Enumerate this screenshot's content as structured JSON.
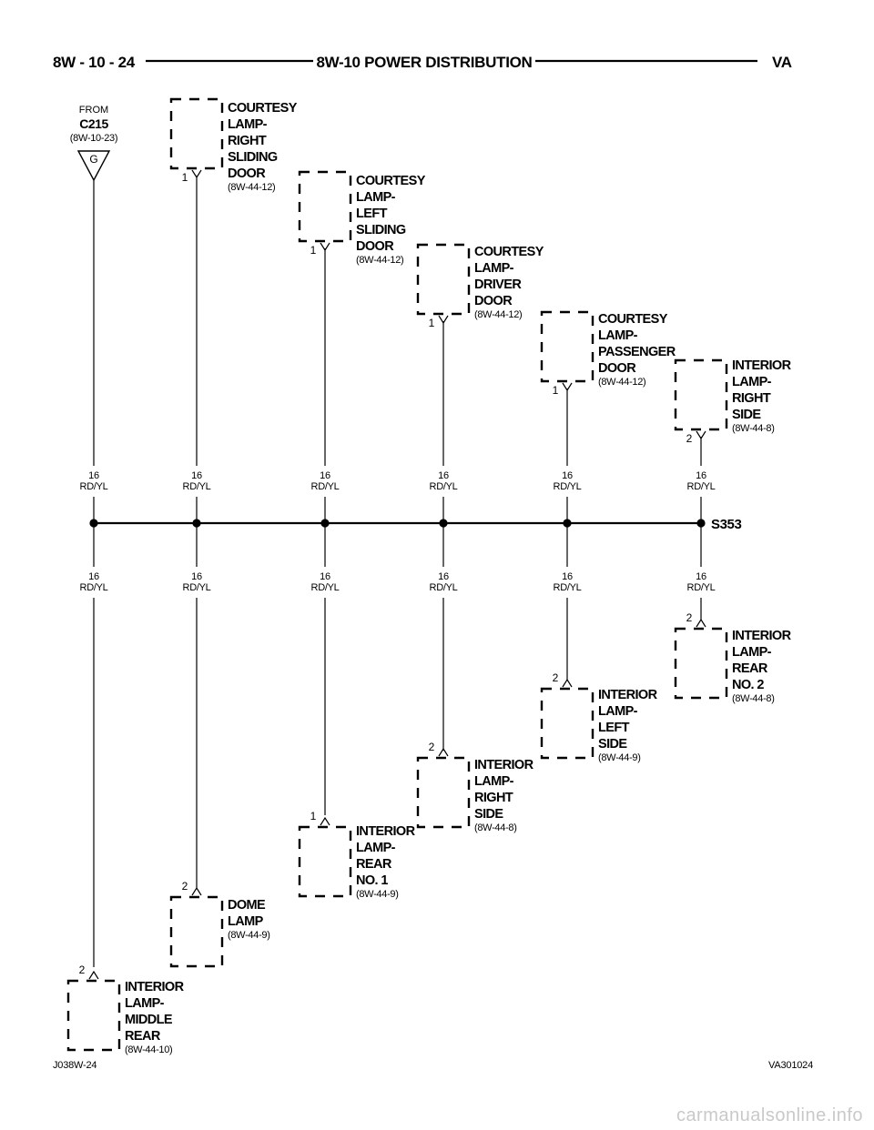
{
  "header": {
    "page_number": "8W - 10 - 24",
    "title": "8W-10 POWER DISTRIBUTION",
    "model": "VA"
  },
  "source_connector": {
    "from_label": "FROM",
    "name": "C215",
    "ref": "(8W-10-23)",
    "pin": "G"
  },
  "splice": {
    "name": "S353"
  },
  "wire": {
    "gauge": "16",
    "color": "RD/YL"
  },
  "top_components": [
    {
      "lines": [
        "COURTESY",
        "LAMP-",
        "RIGHT",
        "SLIDING",
        "DOOR"
      ],
      "ref": "(8W-44-12)",
      "pin": "1"
    },
    {
      "lines": [
        "COURTESY",
        "LAMP-",
        "LEFT",
        "SLIDING",
        "DOOR"
      ],
      "ref": "(8W-44-12)",
      "pin": "1"
    },
    {
      "lines": [
        "COURTESY",
        "LAMP-",
        "DRIVER",
        "DOOR"
      ],
      "ref": "(8W-44-12)",
      "pin": "1"
    },
    {
      "lines": [
        "COURTESY",
        "LAMP-",
        "PASSENGER",
        "DOOR"
      ],
      "ref": "(8W-44-12)",
      "pin": "1"
    },
    {
      "lines": [
        "INTERIOR",
        "LAMP-",
        "RIGHT",
        "SIDE"
      ],
      "ref": "(8W-44-8)",
      "pin": "2"
    }
  ],
  "bottom_components": [
    {
      "lines": [
        "INTERIOR",
        "LAMP-",
        "MIDDLE",
        "REAR"
      ],
      "ref": "(8W-44-10)",
      "pin": "2"
    },
    {
      "lines": [
        "DOME",
        "LAMP"
      ],
      "ref": "(8W-44-9)",
      "pin": "2"
    },
    {
      "lines": [
        "INTERIOR",
        "LAMP-",
        "REAR",
        "NO. 1"
      ],
      "ref": "(8W-44-9)",
      "pin": "1"
    },
    {
      "lines": [
        "INTERIOR",
        "LAMP-",
        "RIGHT",
        "SIDE"
      ],
      "ref": "(8W-44-8)",
      "pin": "2"
    },
    {
      "lines": [
        "INTERIOR",
        "LAMP-",
        "LEFT",
        "SIDE"
      ],
      "ref": "(8W-44-9)",
      "pin": "2"
    },
    {
      "lines": [
        "INTERIOR",
        "LAMP-",
        "REAR",
        "NO. 2"
      ],
      "ref": "(8W-44-8)",
      "pin": "2"
    }
  ],
  "footer": {
    "left_code": "J038W-24",
    "right_code": "VA301024"
  },
  "watermark": "carmanualsonline.info"
}
